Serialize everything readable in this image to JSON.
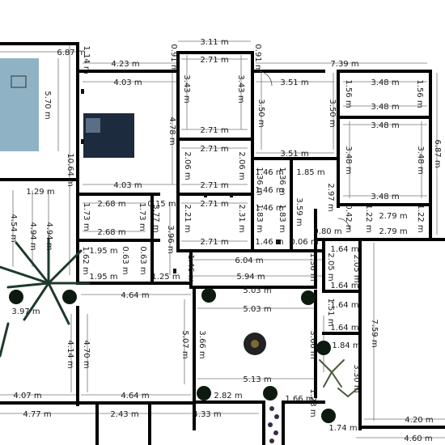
{
  "plan": {
    "colors": {
      "wall": "#000000",
      "dimension_line": "#777777",
      "pool_water": "#8fb3c4",
      "bed": "#1c2b3d",
      "palm": "#1e3a2a",
      "ground": "#ffffff"
    },
    "dimensions_h": [
      {
        "label": "3.11 m"
      },
      {
        "label": "6.87 m"
      },
      {
        "label": "4.23 m"
      },
      {
        "label": "2.71 m"
      },
      {
        "label": "7.39 m"
      },
      {
        "label": "4.03 m"
      },
      {
        "label": "3.51 m"
      },
      {
        "label": "3.48 m"
      },
      {
        "label": "3.48 m"
      },
      {
        "label": "2.71 m"
      },
      {
        "label": "3.48 m"
      },
      {
        "label": "2.71 m"
      },
      {
        "label": "3.51 m"
      },
      {
        "label": "1.85 m"
      },
      {
        "label": "4.03 m"
      },
      {
        "label": "2.71 m"
      },
      {
        "label": "1.29 m"
      },
      {
        "label": "3.48 m"
      },
      {
        "label": "2.68 m"
      },
      {
        "label": "0.15 m"
      },
      {
        "label": "2.71 m"
      },
      {
        "label": "2.79 m"
      },
      {
        "label": "2.68 m"
      },
      {
        "label": "2.79 m"
      },
      {
        "label": "0.80 m"
      },
      {
        "label": "2.71 m"
      },
      {
        "label": "1.46 m"
      },
      {
        "label": "1.46 m"
      },
      {
        "label": "1.95 m"
      },
      {
        "label": "1.64 m"
      },
      {
        "label": "6.04 m"
      },
      {
        "label": "1.95 m"
      },
      {
        "label": "1.25 m"
      },
      {
        "label": "5.94 m"
      },
      {
        "label": "1.64 m"
      },
      {
        "label": "4.64 m"
      },
      {
        "label": "5.03 m"
      },
      {
        "label": "5.03 m"
      },
      {
        "label": "1.64 m"
      },
      {
        "label": "1.64 m"
      },
      {
        "label": "1.84 m"
      },
      {
        "label": "5.13 m"
      },
      {
        "label": "4.07 m"
      },
      {
        "label": "4.64 m"
      },
      {
        "label": "2.82 m"
      },
      {
        "label": "1.66 m"
      },
      {
        "label": "4.20 m"
      },
      {
        "label": "4.77 m"
      },
      {
        "label": "2.43 m"
      },
      {
        "label": "4.33 m"
      },
      {
        "label": "1.74 m"
      },
      {
        "label": "4.60 m"
      },
      {
        "label": "1.46 m"
      },
      {
        "label": "1.46 m"
      },
      {
        "label": "0.06 m"
      }
    ],
    "dimensions_v": [
      {
        "label": "1.14 m"
      },
      {
        "label": "0.91 m"
      },
      {
        "label": "0.91 m"
      },
      {
        "label": "5.70 m"
      },
      {
        "label": "3.43 m"
      },
      {
        "label": "3.43 m"
      },
      {
        "label": "1.56 m"
      },
      {
        "label": "1.56 m"
      },
      {
        "label": "4.78 m"
      },
      {
        "label": "3.50 m"
      },
      {
        "label": "3.50 m"
      },
      {
        "label": "6.87 m"
      },
      {
        "label": "10.64 m"
      },
      {
        "label": "2.06 m"
      },
      {
        "label": "2.06 m"
      },
      {
        "label": "3.48 m"
      },
      {
        "label": "3.48 m"
      },
      {
        "label": "1.36 m"
      },
      {
        "label": "1.36 m"
      },
      {
        "label": "2.97 m"
      },
      {
        "label": "3.59 m"
      },
      {
        "label": "1.73 m"
      },
      {
        "label": "1.73 m"
      },
      {
        "label": "3.77 m"
      },
      {
        "label": "2.21 m"
      },
      {
        "label": "2.31 m"
      },
      {
        "label": "1.83 m"
      },
      {
        "label": "1.83 m"
      },
      {
        "label": "1.22 m"
      },
      {
        "label": "1.22 m"
      },
      {
        "label": "4.54 m"
      },
      {
        "label": "4.94 m"
      },
      {
        "label": "4.94 m"
      },
      {
        "label": "3.96 m"
      },
      {
        "label": "0.42 m"
      },
      {
        "label": "1.62 m"
      },
      {
        "label": "0.63 m"
      },
      {
        "label": "0.63 m"
      },
      {
        "label": "1.46 m"
      },
      {
        "label": "1.36 m"
      },
      {
        "label": "2.05 m"
      },
      {
        "label": "2.05 m"
      },
      {
        "label": "1.51 m"
      },
      {
        "label": "5.07 m"
      },
      {
        "label": "3.66 m"
      },
      {
        "label": "3.66 m"
      },
      {
        "label": "7.59 m"
      },
      {
        "label": "4.14 m"
      },
      {
        "label": "4.70 m"
      },
      {
        "label": "3.30 m"
      },
      {
        "label": "1.23 m"
      },
      {
        "label": "3.97 m"
      }
    ]
  }
}
